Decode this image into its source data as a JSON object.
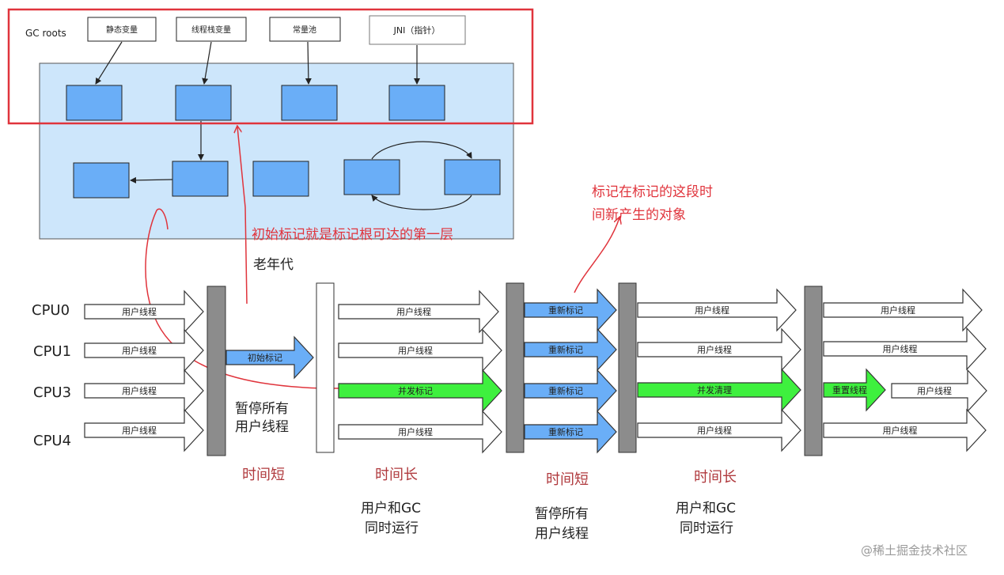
{
  "heap": {
    "gc_roots_label": "GC roots",
    "roots": [
      "静态变量",
      "线程栈变量",
      "常量池",
      "JNI（指针）"
    ],
    "old_gen_label": "老年代",
    "initial_mark_note": "初始标记就是标记根可达的第一层",
    "remark_note_line1": "标记在标记的这段时",
    "remark_note_line2": "间新产生的对象"
  },
  "cpus": [
    "CPU0",
    "CPU1",
    "CPU3",
    "CPU4"
  ],
  "arrows": {
    "user_thread": "用户线程",
    "initial_mark": "初始标记",
    "concurrent_mark": "并发标记",
    "remark": "重新标记",
    "concurrent_sweep": "并发清理",
    "reset_thread": "重置线程"
  },
  "phases": {
    "pause_line1": "暂停所有",
    "pause_line2": "用户线程",
    "short_time": "时间短",
    "long_time": "时间长",
    "concurrent_line1": "用户和GC",
    "concurrent_line2": "同时运行"
  },
  "colors": {
    "highlight_red": "#e0343c",
    "phase_red": "#b03a3e",
    "heap_bg": "#cde6fb",
    "object_blue": "#6aaef7",
    "gc_green": "#3ef03e",
    "pause_gray": "#8c8c8c"
  },
  "watermark": "@稀土掘金技术社区"
}
